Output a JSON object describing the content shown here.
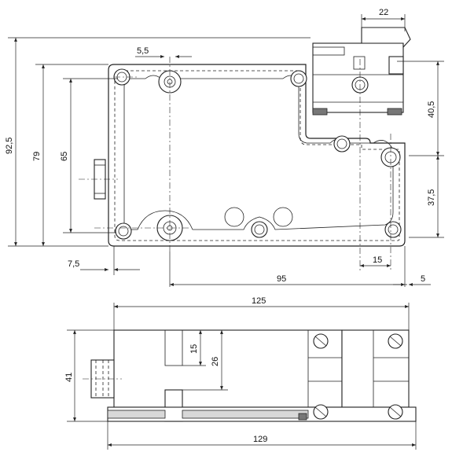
{
  "top_view": {
    "dimensions": {
      "width_22": "22",
      "height_92_5": "92,5",
      "height_79": "79",
      "height_65": "65",
      "hole_5_5": "5,5",
      "height_40_5": "40,5",
      "height_37_5": "37,5",
      "offset_7_5": "7,5",
      "offset_15": "15",
      "width_95": "95",
      "offset_5": "5"
    }
  },
  "side_view": {
    "dimensions": {
      "width_125": "125",
      "height_41": "41",
      "height_15": "15",
      "height_26": "26",
      "width_129": "129"
    }
  }
}
